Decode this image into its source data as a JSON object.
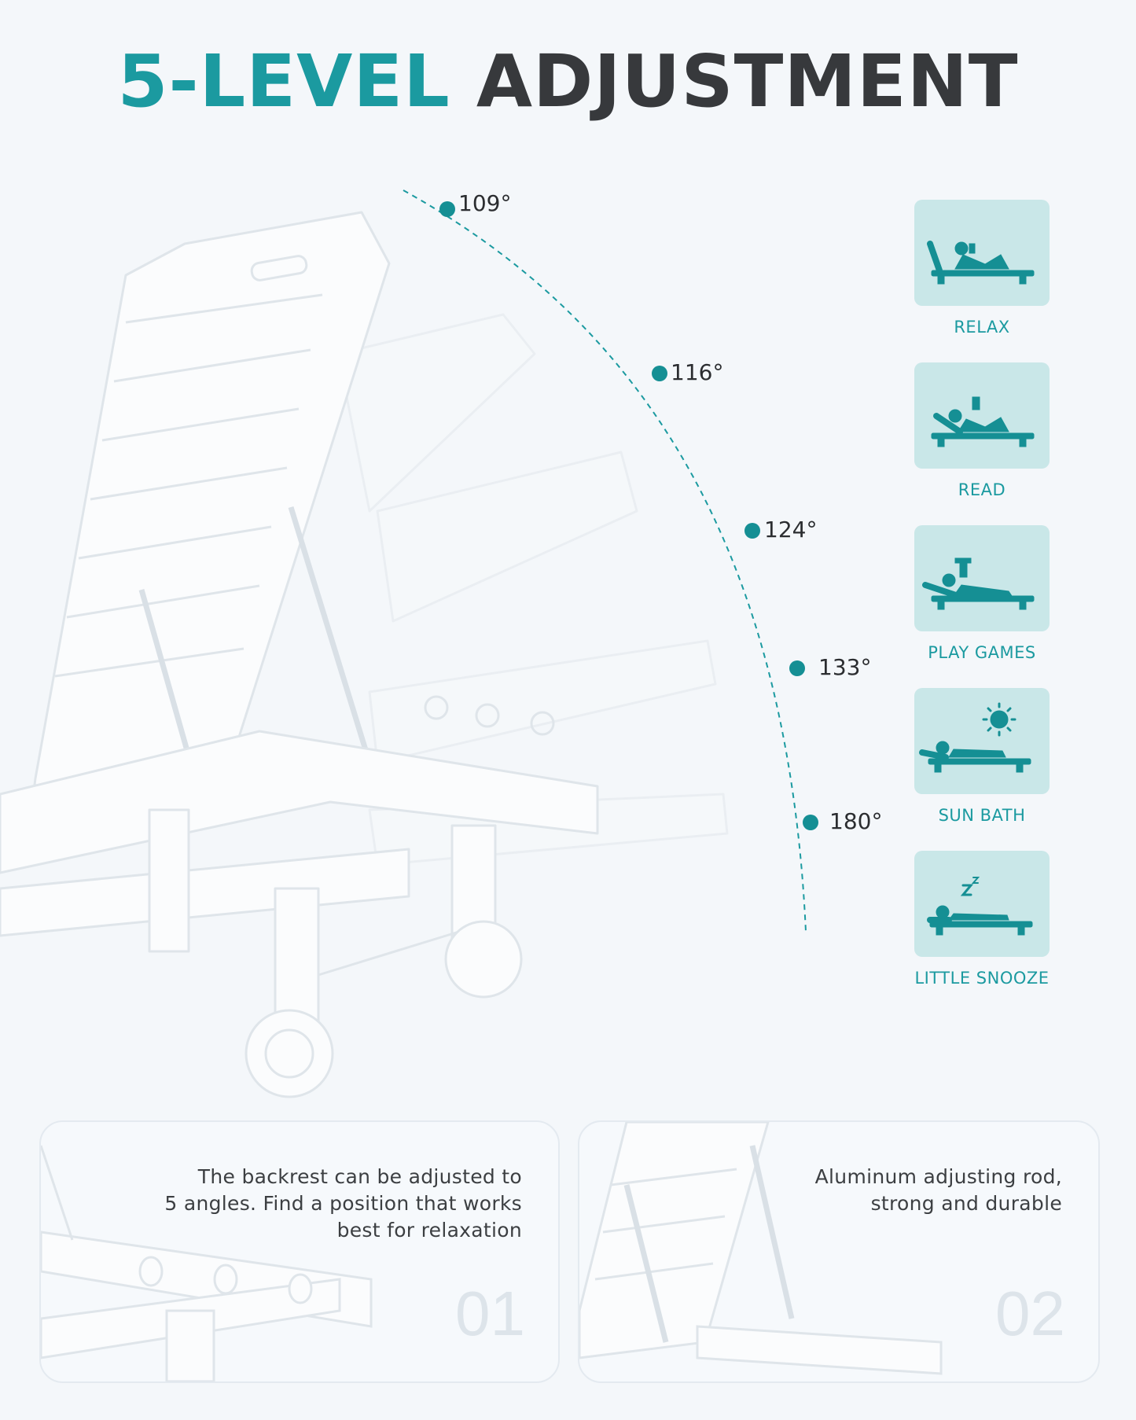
{
  "title": {
    "accent": "5-LEVEL",
    "rest": "ADJUSTMENT"
  },
  "colors": {
    "accent": "#1b9aa0",
    "dark": "#37393c",
    "icon_bg": "#c9e7e8",
    "background": "#f4f7fa"
  },
  "angles": [
    "109°",
    "116°",
    "124°",
    "133°",
    "180°"
  ],
  "modes": [
    {
      "label": "RELAX",
      "icon": "relax-icon"
    },
    {
      "label": "READ",
      "icon": "read-icon"
    },
    {
      "label": "PLAY GAMES",
      "icon": "play-games-icon"
    },
    {
      "label": "SUN BATH",
      "icon": "sun-bath-icon"
    },
    {
      "label": "LITTLE SNOOZE",
      "icon": "little-snooze-icon"
    }
  ],
  "features": [
    {
      "lines": [
        "The backrest can be adjusted to",
        "5 angles. Find a position that works",
        "best for relaxation"
      ],
      "number": "01"
    },
    {
      "lines": [
        "Aluminum adjusting rod,",
        "strong and durable"
      ],
      "number": "02"
    }
  ]
}
